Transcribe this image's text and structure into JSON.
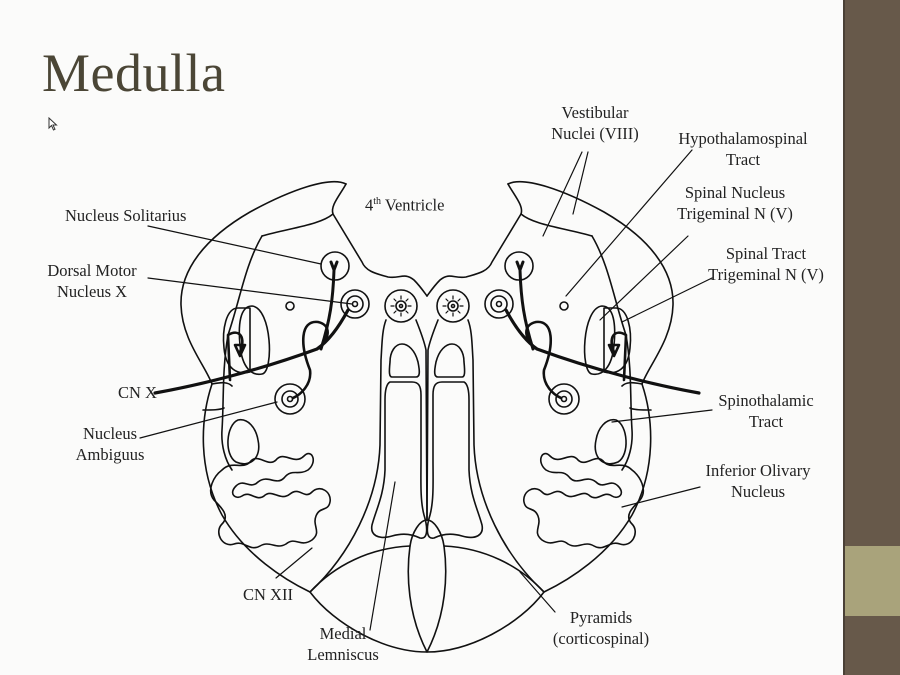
{
  "slide": {
    "title": "Medulla",
    "colors": {
      "sidebar": "#67594a",
      "sidebar_band": "#a9a37b",
      "title": "#4b4636"
    }
  },
  "labels": {
    "vestibular": [
      "Vestibular",
      "Nuclei (VIII)"
    ],
    "hypothalamospinal": [
      "Hypothalamospinal",
      "Tract"
    ],
    "ventricle": {
      "number": "4",
      "suffix": "th",
      "text": " Ventricle"
    },
    "nucleus_solitarius": "Nucleus Solitarius",
    "spinal_nucleus": [
      "Spinal Nucleus",
      "Trigeminal N (V)"
    ],
    "dorsal_motor": [
      "Dorsal Motor",
      "Nucleus X"
    ],
    "spinal_tract": [
      "Spinal Tract",
      "Trigeminal N (V)"
    ],
    "cn_x": "CN X",
    "spinothalamic": [
      "Spinothalamic",
      "Tract"
    ],
    "nucleus_ambiguus": [
      "Nucleus",
      "Ambiguus"
    ],
    "inferior_olivary": [
      "Inferior Olivary",
      "Nucleus"
    ],
    "cn_xii": "CN XII",
    "pyramids": [
      "Pyramids",
      "(corticospinal)"
    ],
    "medial_lemniscus": [
      "Medial",
      "Lemniscus"
    ]
  }
}
